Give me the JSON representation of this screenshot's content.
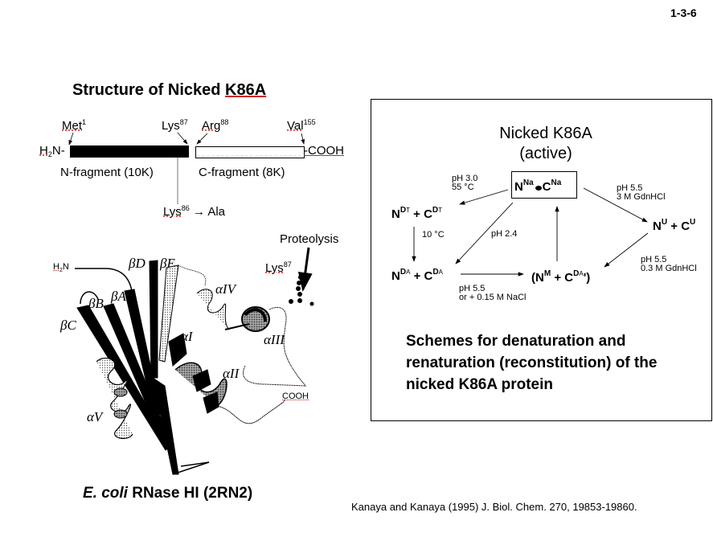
{
  "page_number": "1-3-6",
  "structure": {
    "title_prefix": "Structure of Nicked ",
    "title_name": "K86A",
    "n_terminus": "H",
    "n_terminus_sub": "2",
    "n_terminus_suffix": "N-",
    "c_terminus": "-COOH",
    "labels": {
      "met": "Met",
      "met_sup": "1",
      "lys87": "Lys",
      "lys87_sup": "87",
      "arg88": "Arg",
      "arg88_sup": "88",
      "val155": "Val",
      "val155_sup": "155"
    },
    "n_fragment": "N-fragment (10K)",
    "c_fragment": "C-fragment (8K)",
    "mutation_from": "Lys",
    "mutation_from_sup": "86",
    "mutation_to": "Ala"
  },
  "ribbon": {
    "h2n": "H",
    "h2n_sub": "2",
    "h2n_suffix": "N",
    "cooh": "COOH",
    "proteolysis": "Proteolysis",
    "lys": "Lys",
    "lys_sup": "87",
    "strands": [
      "βA",
      "βB",
      "βC",
      "βD",
      "βE"
    ],
    "helices": [
      "αI",
      "αII",
      "αIII",
      "αIV",
      "αV"
    ]
  },
  "scheme": {
    "title_line1": "Nicked K86A",
    "title_line2": "(active)",
    "active": {
      "n": "N",
      "n_sup": "Na",
      "c": "C",
      "c_sup": "Na"
    },
    "dt": {
      "n": "N",
      "n_sup": "D",
      "n_sub": "T",
      "plus": " + ",
      "c": "C",
      "c_sup": "D",
      "c_sub": "T"
    },
    "u": {
      "n": "N",
      "n_sup": "U",
      "plus": " + ",
      "c": "C",
      "c_sup": "U"
    },
    "da": {
      "n": "N",
      "n_sup": "D",
      "n_sub": "A",
      "plus": " + ",
      "c": "C",
      "c_sup": "D",
      "c_sub": "A"
    },
    "m": {
      "open": "(N",
      "n_sup": "M",
      "plus": " + ",
      "c": "C",
      "c_sup": "D",
      "c_sub": "A",
      "close": "')"
    },
    "conditions": {
      "to_dt": [
        "pH 3.0",
        "55 °C"
      ],
      "to_u": [
        "pH 5.5",
        "3 M GdnHCl"
      ],
      "dt_to_da": [
        "10 °C"
      ],
      "active_to_da": [
        "pH 2.4"
      ],
      "u_to_m": [
        "pH 5.5",
        "0.3 M GdnHCl"
      ],
      "da_to_m": [
        "pH 5.5",
        "or + 0.15 M NaCl"
      ]
    },
    "caption": "Schemes for denaturation and renaturation (reconstitution) of the nicked K86A protein"
  },
  "footer": {
    "protein_italic": "E. coli",
    "protein_rest": " RNase HI (2RN2)",
    "citation": "Kanaya and Kanaya (1995) J. Biol. Chem. 270, 19853-19860."
  }
}
